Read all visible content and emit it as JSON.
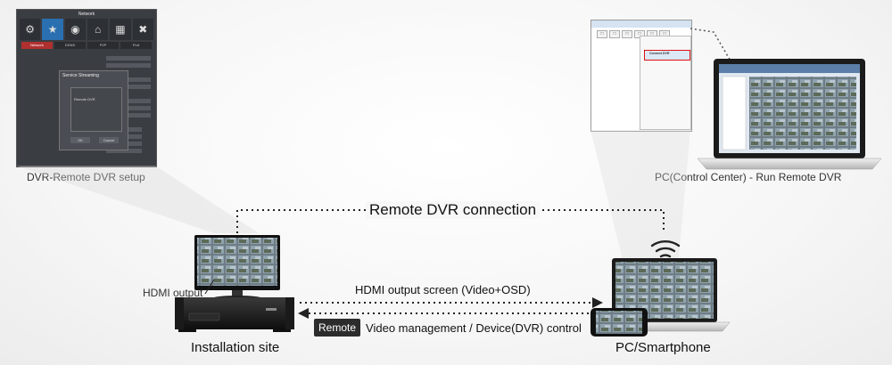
{
  "dvr_panel": {
    "window_title": "Network",
    "tabs": [
      "Network",
      "DDNS",
      "P2P",
      "Port"
    ],
    "active_tab": "Network",
    "popup_title": "Service Streaming",
    "popup_options": [
      "Remote DVR"
    ],
    "popup_buttons": [
      "OK",
      "Cancel"
    ],
    "caption": "DVR-Remote DVR setup"
  },
  "pc_panel": {
    "highlighted_menu_item": "Connect DVR",
    "caption": "PC(Control Center) - Run Remote DVR"
  },
  "diagram": {
    "remote_connection_label": "Remote DVR connection",
    "hdmi_output_label": "HDMI output",
    "hdmi_screen_label": "HDMI output screen (Video+OSD)",
    "remote_badge": "Remote",
    "video_management_label": "Video management / Device(DVR) control",
    "installation_site_label": "Installation site",
    "pc_smartphone_label": "PC/Smartphone"
  },
  "colors": {
    "dvr_active_tab": "#b03030",
    "dvr_active_icon": "#2a6fb0",
    "menu_highlight_border": "#dd1111",
    "badge_bg": "#2c2c2c"
  },
  "icons": [
    "wrench-icon",
    "network-icon",
    "camera-icon",
    "home-icon",
    "document-icon",
    "tools-icon",
    "wifi-icon"
  ]
}
